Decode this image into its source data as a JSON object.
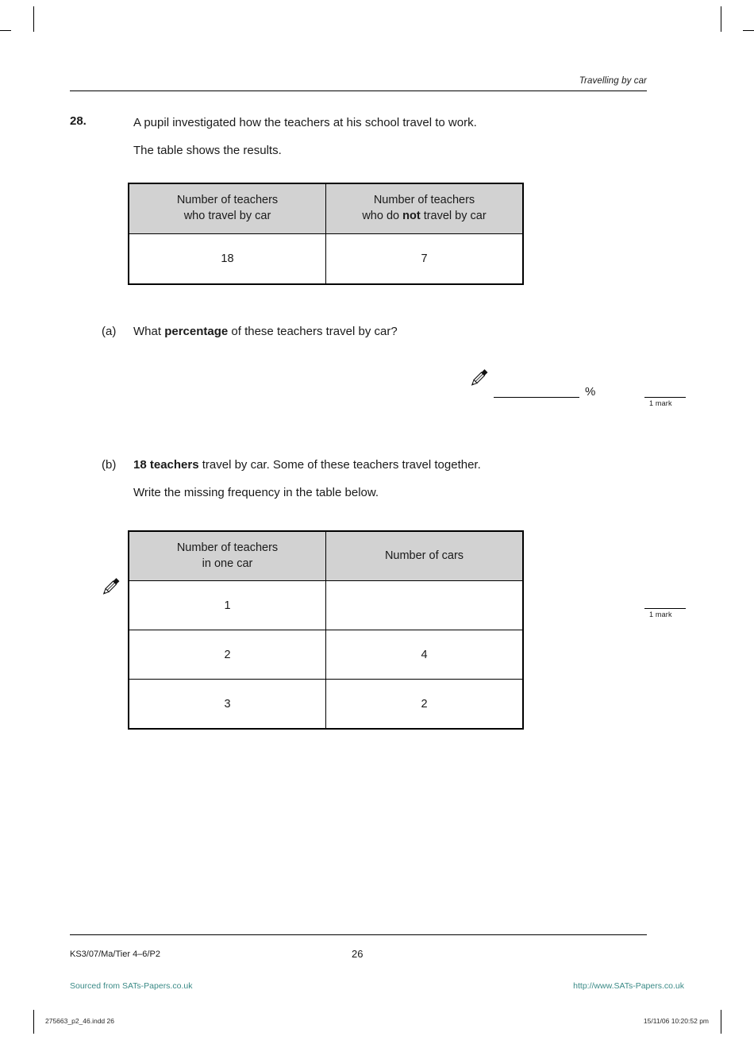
{
  "document": {
    "running_head": "Travelling by car",
    "page_number": "26",
    "paper_code": "KS3/07/Ma/Tier 4–6/P2"
  },
  "question": {
    "number": "28.",
    "stem_line_1": "A pupil investigated how the teachers at his school travel to work.",
    "stem_line_2": "The table shows the results."
  },
  "table_1": {
    "header_a_line_1": "Number of teachers",
    "header_a_line_2": "who travel by car",
    "header_b_line_1": "Number of teachers",
    "header_b_line_2_pre": "who do ",
    "header_b_line_2_bold": "not",
    "header_b_line_2_post": " travel by car",
    "value_a": "18",
    "value_b": "7"
  },
  "part_a": {
    "label": "(a)",
    "text_pre": "What ",
    "text_bold": "percentage",
    "text_post": " of these teachers travel by car?",
    "unit": "%",
    "mark": "1 mark",
    "pencil_icon": "pencil-icon"
  },
  "part_b": {
    "label": "(b)",
    "text_bold": "18 teachers",
    "text_post": " travel by car.  Some of these teachers travel together.",
    "text_line_2": "Write the missing frequency in the table below.",
    "mark": "1 mark",
    "pencil_icon": "pencil-icon"
  },
  "table_2": {
    "header_a_line_1": "Number of teachers",
    "header_a_line_2": "in one car",
    "header_b": "Number of cars",
    "rows": [
      {
        "teachers": "1",
        "cars": ""
      },
      {
        "teachers": "2",
        "cars": "4"
      },
      {
        "teachers": "3",
        "cars": "2"
      }
    ]
  },
  "footer": {
    "source_left": "Sourced from SATs-Papers.co.uk",
    "source_right": "http://www.SATs-Papers.co.uk",
    "link_color": "#3a8a86"
  },
  "print_strip": {
    "file": "275663_p2_46.indd   26",
    "timestamp": "15/11/06   10:20:52 pm"
  },
  "colors": {
    "header_fill": "#d2d2d2",
    "rule": "#000000",
    "text": "#1a1a1a"
  }
}
